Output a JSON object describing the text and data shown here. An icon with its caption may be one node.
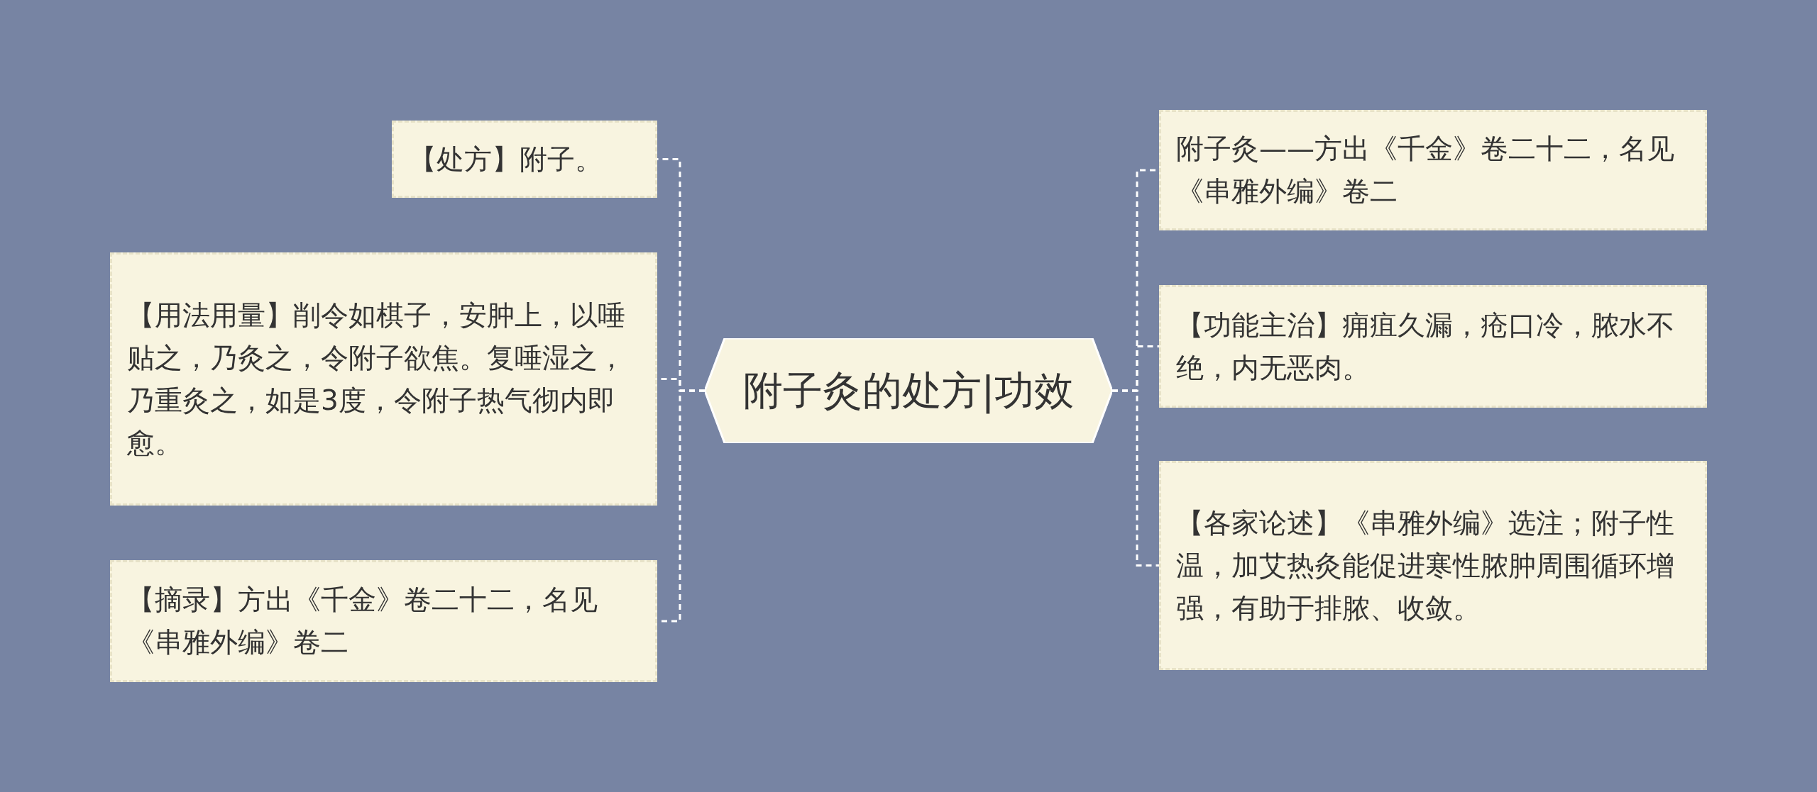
{
  "diagram": {
    "nodes": [
      {
        "text": [
          "附子灸的处方|功效"
        ]
      },
      {
        "text": [
          "【处方】附子。"
        ]
      },
      {
        "text": [
          "【用法用量】削令如棋子，安肿上，以唾贴之，乃灸之，令附子欲焦。复唾湿之，乃重灸之，如是3度，令附子热气彻内即愈。"
        ]
      },
      {
        "text": [
          "【摘录】方出《千金》卷二十二，名见《串雅外编》卷二"
        ]
      },
      {
        "text": [
          "附子灸——方出《千金》卷二十二，名见《串雅外编》卷二"
        ]
      },
      {
        "text": [
          "【功能主治】痈疽久漏，疮口冷，脓水不绝，内无恶肉。"
        ]
      },
      {
        "text": [
          "【各家论述】《串雅外编》选注；附子性温，加艾热灸能促进寒性脓肿周围循环增强，有助于排脓、收敛。"
        ]
      }
    ],
    "edges": [
      {
        "from": 0,
        "to": 1,
        "arrow": "none"
      },
      {
        "from": 0,
        "to": 2,
        "arrow": "none"
      },
      {
        "from": 0,
        "to": 3,
        "arrow": "none"
      },
      {
        "from": 0,
        "to": 4,
        "arrow": "none"
      },
      {
        "from": 0,
        "to": 5,
        "arrow": "none"
      },
      {
        "from": 0,
        "to": 6,
        "arrow": "none"
      }
    ]
  }
}
